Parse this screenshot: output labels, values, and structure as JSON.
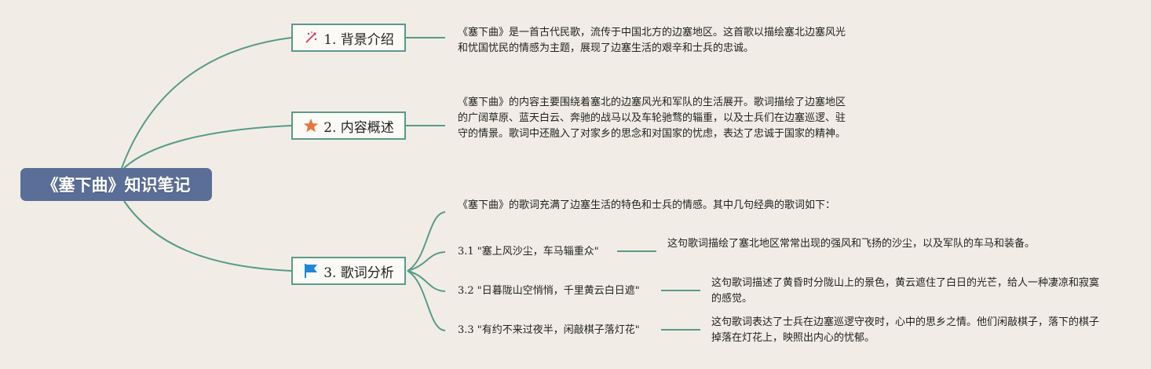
{
  "root": {
    "title": "《塞下曲》知识笔记"
  },
  "topics": [
    {
      "label": "1. 背景介绍",
      "icon": "sparkle-icon",
      "note": "《塞下曲》是一首古代民歌，流传于中国北方的边塞地区。这首歌以描绘塞北边塞风光和忧国忧民的情感为主题，展现了边塞生活的艰辛和士兵的忠诚。"
    },
    {
      "label": "2. 内容概述",
      "icon": "star-icon",
      "note": "《塞下曲》的内容主要围绕着塞北的边塞风光和军队的生活展开。歌词描绘了边塞地区的广阔草原、蓝天白云、奔驰的战马以及车轮驰骛的辎重，以及士兵们在边塞巡逻、驻守的情景。歌词中还融入了对家乡的思念和对国家的忧虑，表达了忠诚于国家的精神。"
    },
    {
      "label": "3. 歌词分析",
      "icon": "flag-icon",
      "intro": "《塞下曲》的歌词充满了边塞生活的特色和士兵的情感。其中几句经典的歌词如下：",
      "items": [
        {
          "label": "3.1 \"塞上风沙尘，车马辎重众\"",
          "note": "这句歌词描绘了塞北地区常常出现的强风和飞扬的沙尘，以及军队的车马和装备。"
        },
        {
          "label": "3.2 \"日暮陇山空悄悄，千里黄云白日遮\"",
          "note": "这句歌词描述了黄昏时分陇山上的景色，黄云遮住了白日的光芒，给人一种凄凉和寂寞的感觉。"
        },
        {
          "label": "3.3 \"有约不来过夜半，闲敲棋子落灯花\"",
          "note": "这句歌词表达了士兵在边塞巡逻守夜时，心中的思乡之情。他们闲敲棋子，落下的棋子掉落在灯花上，映照出内心的忧郁。"
        }
      ]
    }
  ],
  "colors": {
    "root": "#5b6e97",
    "line": "#5a9a8a",
    "background": "#f1ede6",
    "star": "#e8763b",
    "flag": "#1e88d8",
    "sparkle": "#d8345f"
  }
}
